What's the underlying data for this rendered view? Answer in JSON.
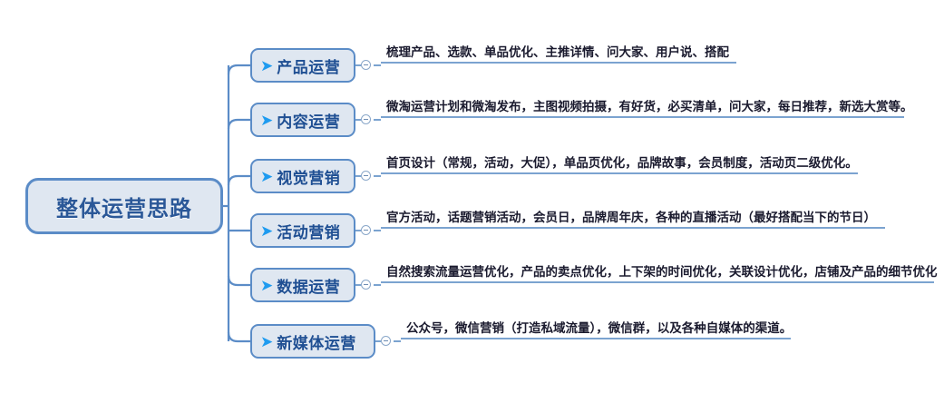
{
  "diagram": {
    "type": "mind-map",
    "root": {
      "label": "整体运营思路"
    },
    "colors": {
      "node_border": "#5b8cc7",
      "node_fill": "#dfe7f1",
      "root_text": "#2b5898",
      "branch_text": "#1f4f93",
      "arrow_icon": "#1e9bf0",
      "connector": "#5b8cc7",
      "rule": "#7ba3d0",
      "desc_text": "#1a1a2e"
    },
    "branches": [
      {
        "label": "产品运营",
        "icon": "arrow-right-icon",
        "toggle": "collapse-toggle",
        "description": "梳理产品、选款、单品优化、主推详情、问大家、用户说、搭配"
      },
      {
        "label": "内容运营",
        "icon": "arrow-right-icon",
        "toggle": "collapse-toggle",
        "description": "微淘运营计划和微淘发布，主图视频拍摄，有好货，必买清单，问大家，每日推荐，新选大赏等。"
      },
      {
        "label": "视觉营销",
        "icon": "arrow-right-icon",
        "toggle": "collapse-toggle",
        "description": "首页设计（常规，活动，大促），单品页优化，品牌故事，会员制度，活动页二级优化。"
      },
      {
        "label": "活动营销",
        "icon": "arrow-right-icon",
        "toggle": "collapse-toggle",
        "description": "官方活动，话题营销活动，会员日，品牌周年庆，各种的直播活动（最好搭配当下的节日）"
      },
      {
        "label": "数据运营",
        "icon": "arrow-right-icon",
        "toggle": "collapse-toggle",
        "description": "自然搜索流量运营优化，产品的卖点优化，上下架的时间优化，关联设计优化，店铺及产品的细节优化"
      },
      {
        "label": "新媒体运营",
        "icon": "arrow-right-icon",
        "toggle": "collapse-toggle",
        "description": "公众号，微信营销（打造私域流量），微信群，以及各种自媒体的渠道。"
      }
    ]
  }
}
